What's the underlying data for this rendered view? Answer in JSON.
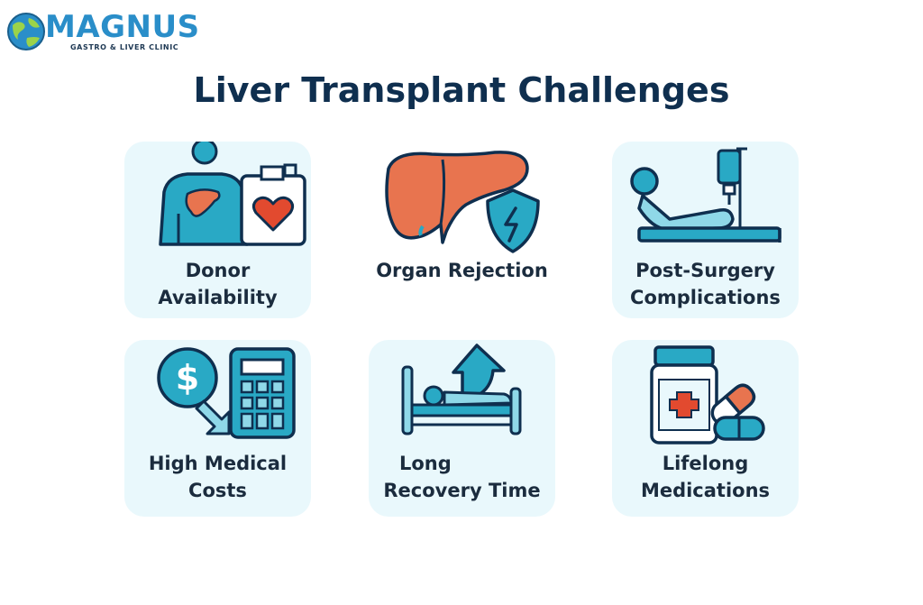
{
  "brand": {
    "name": "MAGNUS",
    "tagline": "GASTRO & LIVER CLINIC"
  },
  "title": "Liver Transplant Challenges",
  "colors": {
    "card_bg": "#e9f8fc",
    "teal": "#29a9c5",
    "light_teal": "#8fd8e8",
    "navy": "#0f2f4f",
    "liver": "#e8744f",
    "accent_red": "#e24a2f",
    "brand_blue": "#2a8ec9"
  },
  "cards": [
    {
      "line1": "Donor",
      "line2": "Availability",
      "icon": "donor-icon"
    },
    {
      "line1": "Organ Rejection",
      "line2": "",
      "icon": "liver-shield-icon"
    },
    {
      "line1": "Post-Surgery",
      "line2": "Complications",
      "icon": "hospital-bed-iv-icon"
    },
    {
      "line1": "High Medical",
      "line2": "Costs",
      "icon": "dollar-calculator-icon"
    },
    {
      "line1": "Long",
      "line2": "Recovery Time",
      "icon": "bed-arrow-icon"
    },
    {
      "line1": "Lifelong",
      "line2": "Medications",
      "icon": "pill-bottle-icon"
    }
  ]
}
